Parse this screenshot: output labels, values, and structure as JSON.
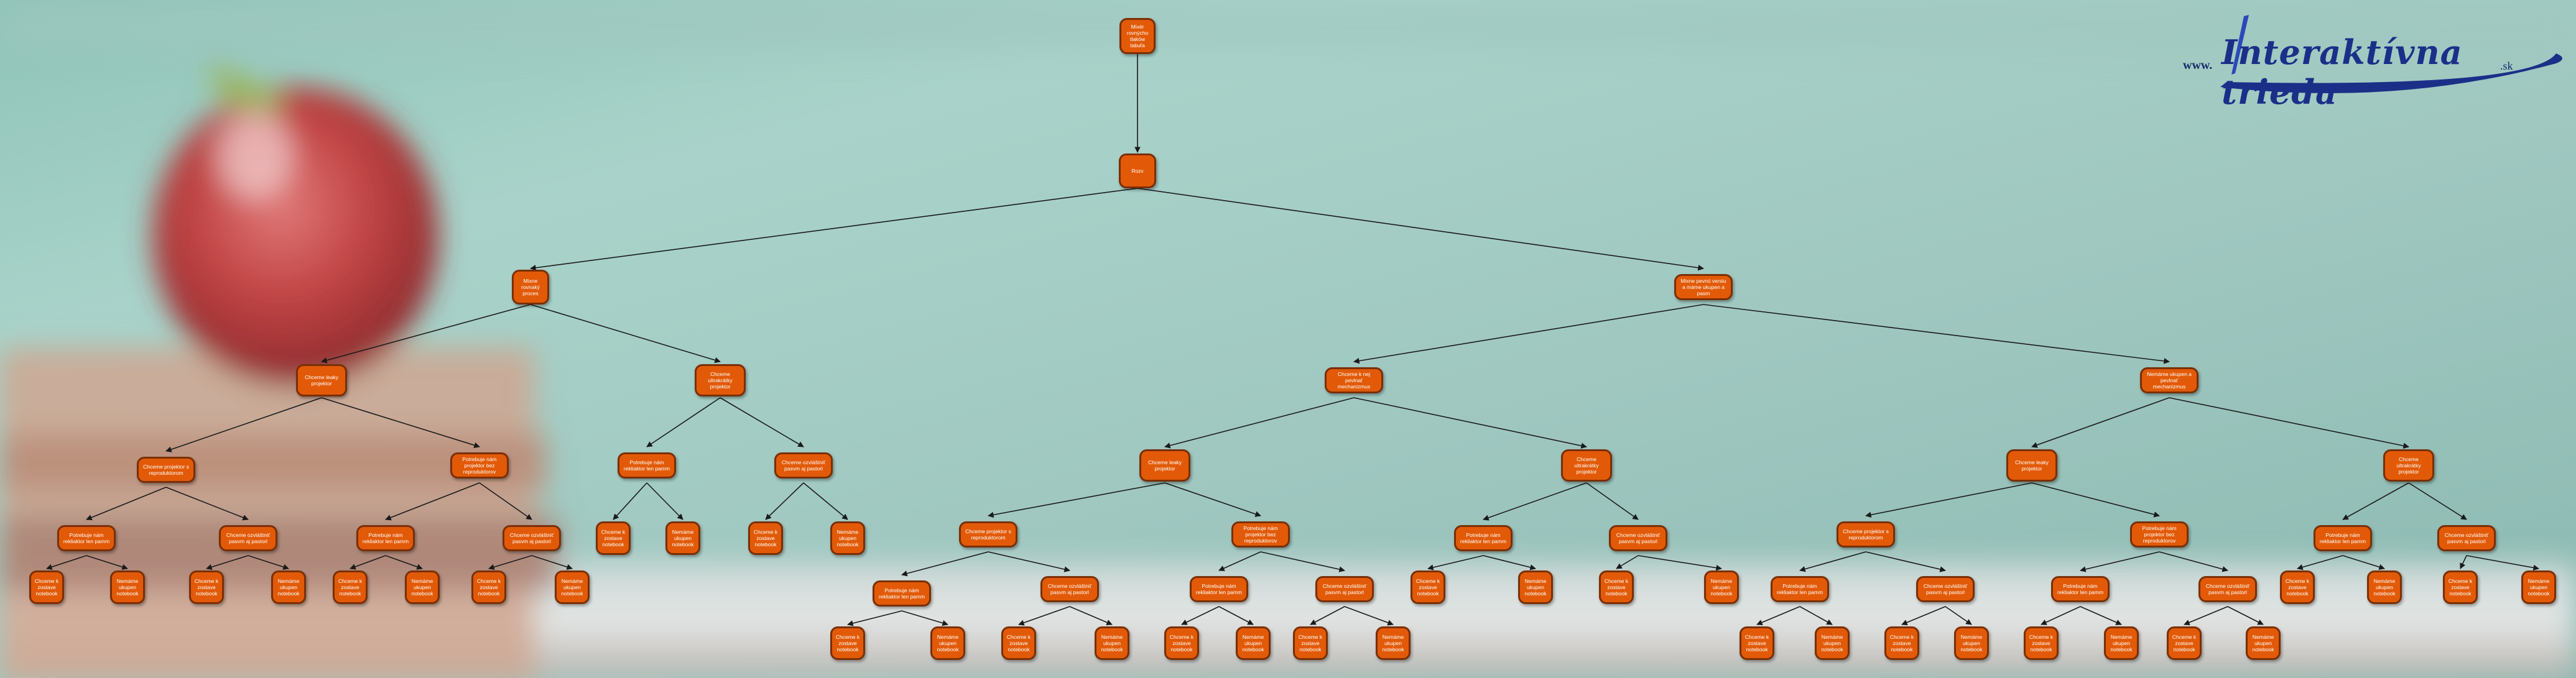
{
  "colors": {
    "node_fill": "#e25a08",
    "node_border": "#7a2f05",
    "connector": "#1a1a1a",
    "logo_blue": "#1b2f88"
  },
  "logo": {
    "prefix": "www.",
    "name": "Interaktívna trieda",
    "suffix": ".sk"
  },
  "tree": {
    "label": "Mixér rovnýcho tlaków tabuľa",
    "children": [
      {
        "label": "Rozv",
        "children": [
          {
            "label": "Mixne rovnaký proces",
            "children": [
              {
                "label": "Chceme leaky projektor",
                "children": [
                  {
                    "label": "Chceme projektor s reproduktorom",
                    "children": [
                      {
                        "label": "Potrebuje nám rekliaktor len pamm",
                        "children": [
                          {
                            "label": "Chceme k zostave notebook"
                          },
                          {
                            "label": "Nemáme ukupen notebook"
                          }
                        ]
                      },
                      {
                        "label": "Chceme ozvláštniť pasvm aj pastorl",
                        "children": [
                          {
                            "label": "Chceme k zostave notebook"
                          },
                          {
                            "label": "Nemáme ukupen notebook"
                          }
                        ]
                      }
                    ]
                  },
                  {
                    "label": "Potrebuje nám projektor bez reproduktorov",
                    "children": [
                      {
                        "label": "Potrebuje nám rekliaktor len pamm",
                        "children": [
                          {
                            "label": "Chceme k zostave notebook"
                          },
                          {
                            "label": "Nemáme ukupen notebook"
                          }
                        ]
                      },
                      {
                        "label": "Chceme ozvláštniť pasvm aj pastorl",
                        "children": [
                          {
                            "label": "Chceme k zostave notebook"
                          },
                          {
                            "label": "Nemáme ukupen notebook"
                          }
                        ]
                      }
                    ]
                  }
                ]
              },
              {
                "label": "Chceme ultrakrátky projektor",
                "children": [
                  {
                    "label": "Potrebuje nám rekliaktor len pamm",
                    "children": [
                      {
                        "label": "Chceme k zostave notebook"
                      },
                      {
                        "label": "Nemáme ukupen notebook"
                      }
                    ]
                  },
                  {
                    "label": "Chceme ozvláštniť pasvm aj pastorl",
                    "children": [
                      {
                        "label": "Chceme k zostave notebook"
                      },
                      {
                        "label": "Nemáme ukupen notebook"
                      }
                    ]
                  }
                ]
              }
            ]
          },
          {
            "label": "Mixne pevnú versiu a máme ukupen a pasm",
            "children": [
              {
                "label": "Chceme k nej pevlnať mechanizmus",
                "children": [
                  {
                    "label": "Chceme leaky projektor",
                    "children": [
                      {
                        "label": "Chceme projektor s reproduktorom",
                        "children": [
                          {
                            "label": "Potrebuje nám rekliaktor len pamm",
                            "children": [
                              {
                                "label": "Chceme k zostave notebook"
                              },
                              {
                                "label": "Nemáme ukupen notebook"
                              }
                            ]
                          },
                          {
                            "label": "Chceme ozvláštniť pasvm aj pastorl",
                            "children": [
                              {
                                "label": "Chceme k zostave notebook"
                              },
                              {
                                "label": "Nemáme ukupen notebook"
                              }
                            ]
                          }
                        ]
                      },
                      {
                        "label": "Potrebuje nám projektor bez reproduktorov",
                        "children": [
                          {
                            "label": "Potrebuje nám rekliaktor len pamm",
                            "children": [
                              {
                                "label": "Chceme k zostave notebook"
                              },
                              {
                                "label": "Nemáme ukupen notebook"
                              }
                            ]
                          },
                          {
                            "label": "Chceme ozvláštniť pasvm aj pastorl",
                            "children": [
                              {
                                "label": "Chceme k zostave notebook"
                              },
                              {
                                "label": "Nemáme ukupen notebook"
                              }
                            ]
                          }
                        ]
                      }
                    ]
                  },
                  {
                    "label": "Chceme ultrakrátky projektor",
                    "children": [
                      {
                        "label": "Potrebuje nám rekliaktor len pamm",
                        "children": [
                          {
                            "label": "Chceme k zostave notebook"
                          },
                          {
                            "label": "Nemáme ukupen notebook"
                          }
                        ]
                      },
                      {
                        "label": "Chceme ozvláštniť pasvm aj pastorl",
                        "children": [
                          {
                            "label": "Chceme k zostave notebook"
                          },
                          {
                            "label": "Nemáme ukupen notebook"
                          }
                        ]
                      }
                    ]
                  }
                ]
              },
              {
                "label": "Nemáme ukupen a pevlnať mechanizmus",
                "children": [
                  {
                    "label": "Chceme leaky projektor",
                    "children": [
                      {
                        "label": "Chceme projektor s reproduktorom",
                        "children": [
                          {
                            "label": "Potrebuje nám rekliaktor len pamm",
                            "children": [
                              {
                                "label": "Chceme k zostave notebook"
                              },
                              {
                                "label": "Nemáme ukupen notebook"
                              }
                            ]
                          },
                          {
                            "label": "Chceme ozvláštniť pasvm aj pastorl",
                            "children": [
                              {
                                "label": "Chceme k zostave notebook"
                              },
                              {
                                "label": "Nemáme ukupen notebook"
                              }
                            ]
                          }
                        ]
                      },
                      {
                        "label": "Potrebuje nám projektor bez reproduktorov",
                        "children": [
                          {
                            "label": "Potrebuje nám rekliaktor len pamm",
                            "children": [
                              {
                                "label": "Chceme k zostave notebook"
                              },
                              {
                                "label": "Nemáme ukupen notebook"
                              }
                            ]
                          },
                          {
                            "label": "Chceme ozvláštniť pasvm aj pastorl",
                            "children": [
                              {
                                "label": "Chceme k zostave notebook"
                              },
                              {
                                "label": "Nemáme ukupen notebook"
                              }
                            ]
                          }
                        ]
                      }
                    ]
                  },
                  {
                    "label": "Chceme ultrakrátky projektor",
                    "children": [
                      {
                        "label": "Potrebuje nám rekliaktor len pamm",
                        "children": [
                          {
                            "label": "Chceme k zostave notebook"
                          },
                          {
                            "label": "Nemáme ukupen notebook"
                          }
                        ]
                      },
                      {
                        "label": "Chceme ozvláštniť pasvm aj pastorl",
                        "children": [
                          {
                            "label": "Chceme k zostave notebook"
                          },
                          {
                            "label": "Nemáme ukupen notebook"
                          }
                        ]
                      }
                    ]
                  }
                ]
              }
            ]
          }
        ]
      }
    ]
  }
}
